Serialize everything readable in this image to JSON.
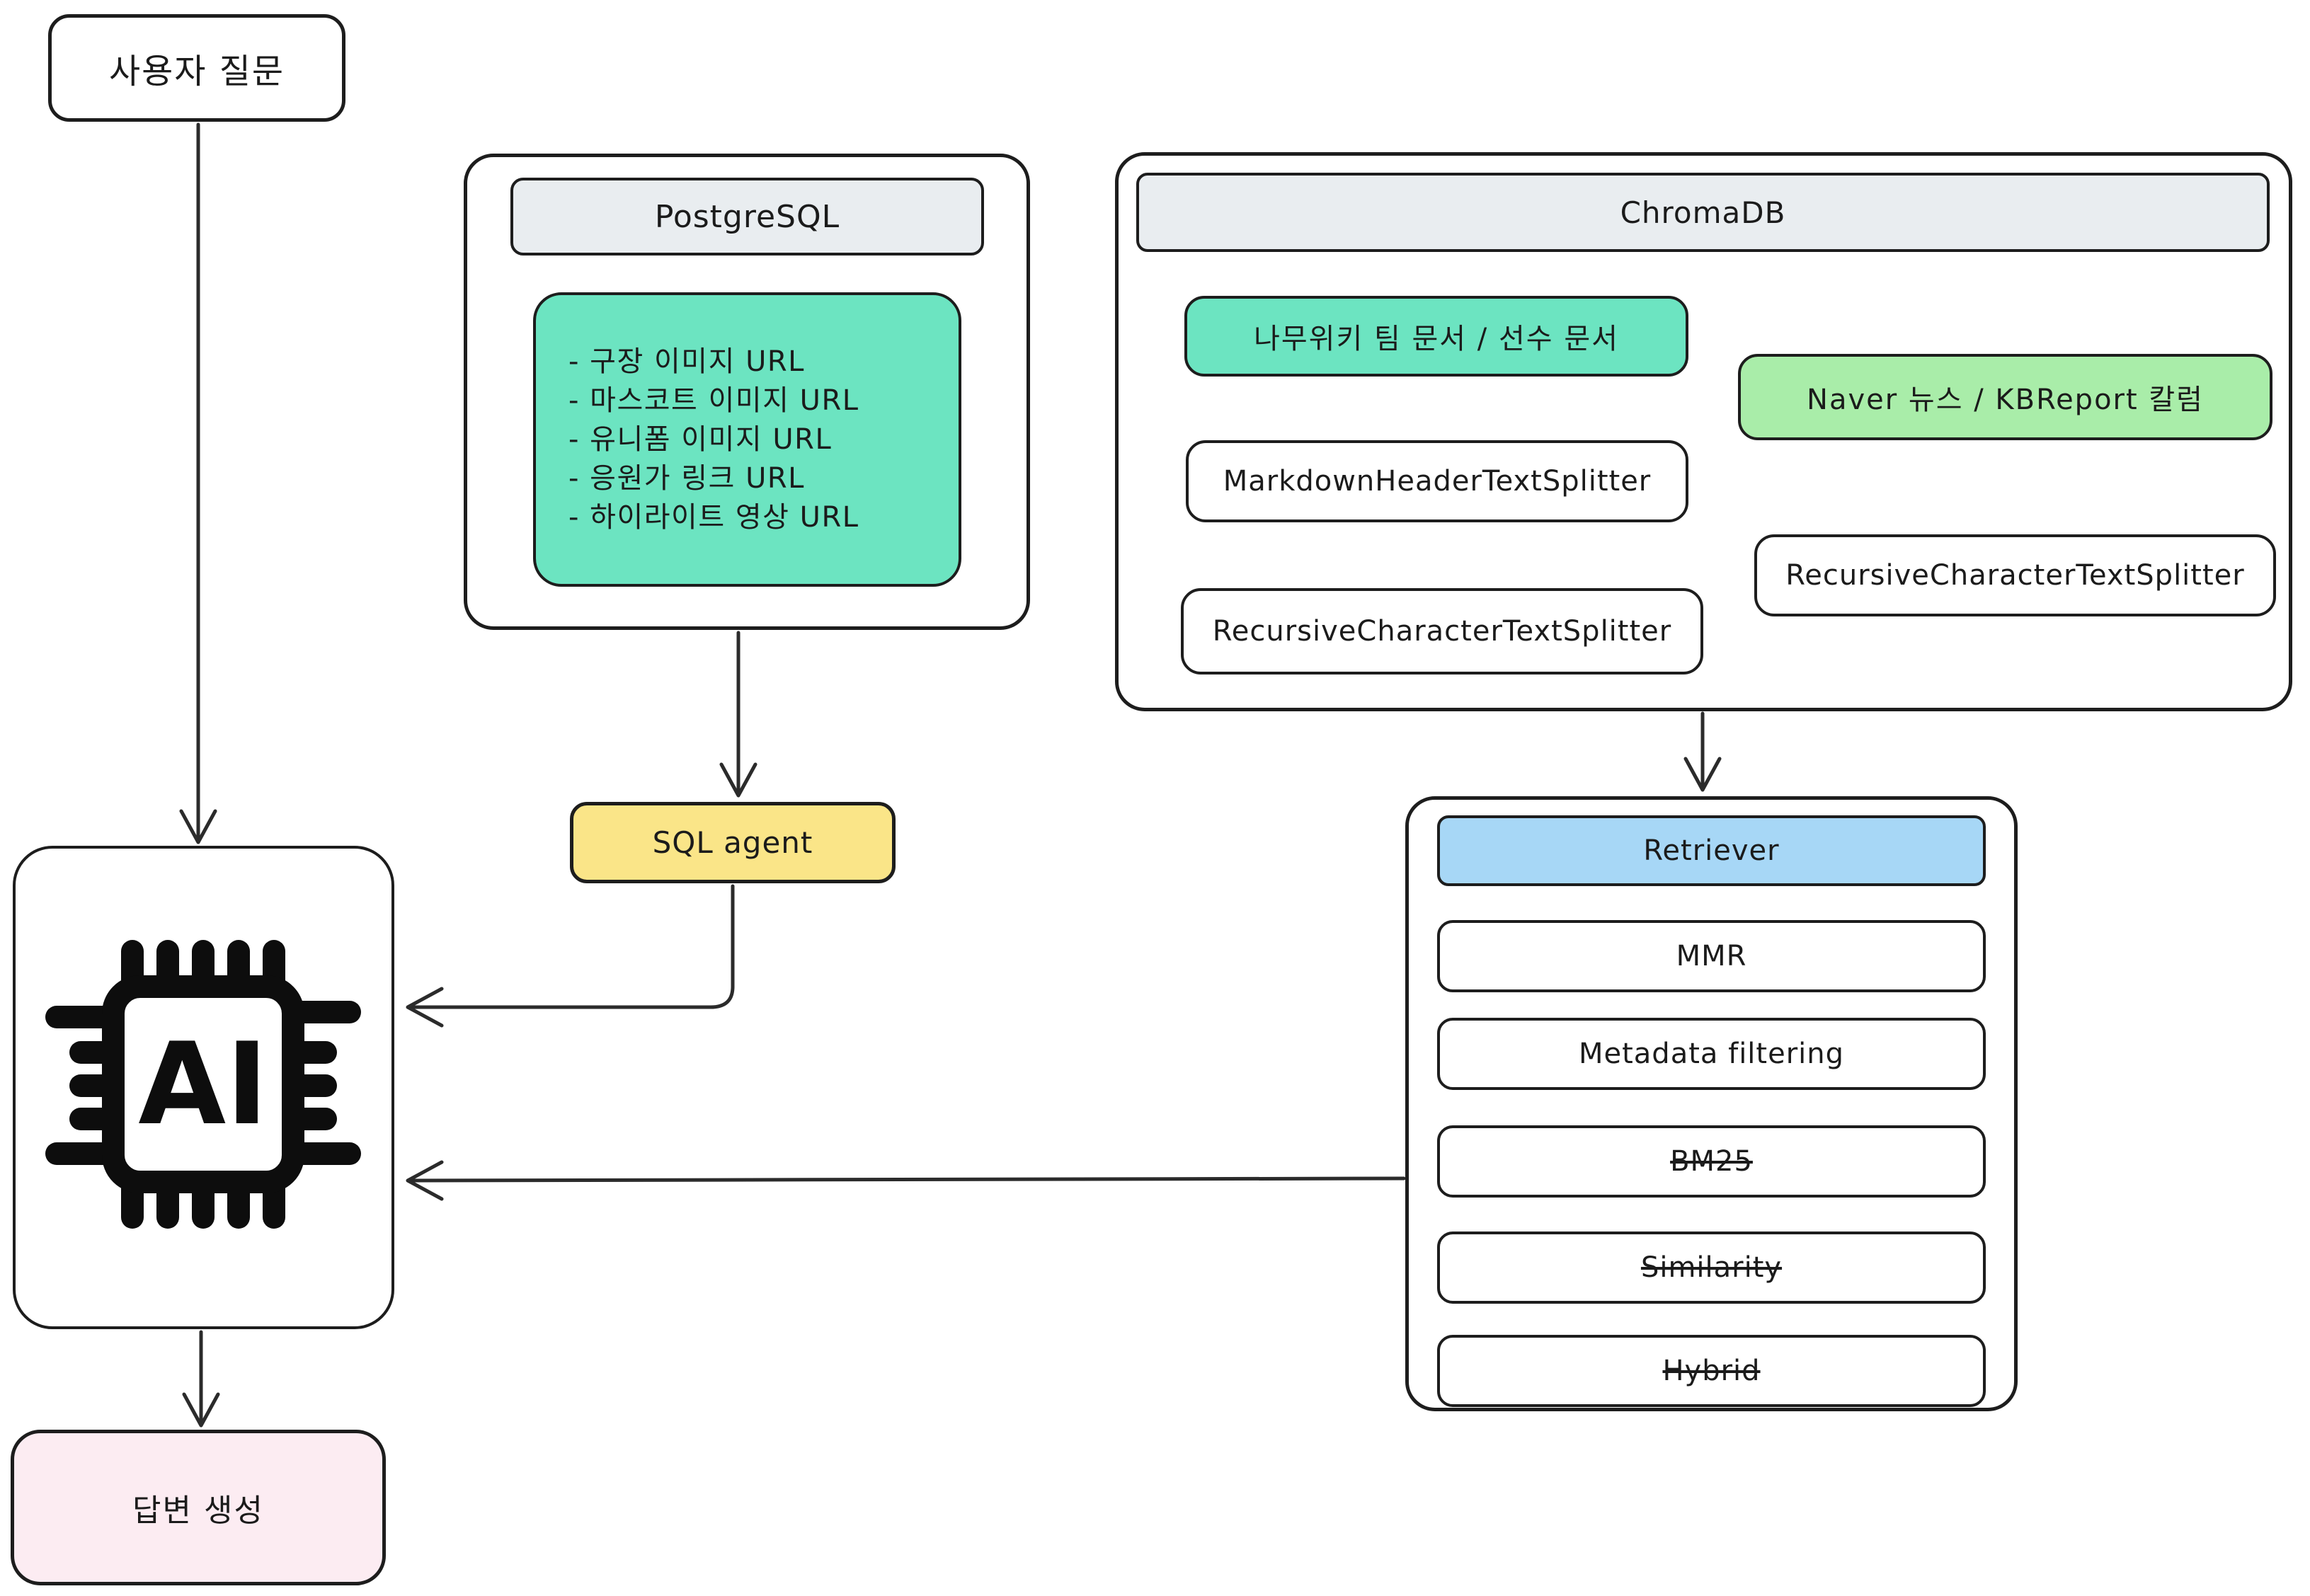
{
  "user_question": {
    "label": "사용자 질문"
  },
  "postgresql": {
    "title": "PostgreSQL",
    "items": [
      "- 구장 이미지 URL",
      "- 마스코트 이미지 URL",
      "- 유니폼 이미지 URL",
      "- 응원가 링크 URL",
      "- 하이라이트 영상 URL"
    ]
  },
  "chromadb": {
    "title": "ChromaDB",
    "namuwiki_docs": "나무위키 팀 문서 / 선수 문서",
    "naver_news": "Naver 뉴스 / KBReport 칼럼",
    "markdown_splitter": "MarkdownHeaderTextSplitter",
    "recursive_splitter_left": "RecursiveCharacterTextSplitter",
    "recursive_splitter_right": "RecursiveCharacterTextSplitter"
  },
  "sql_agent": {
    "label": "SQL agent"
  },
  "ai": {
    "label": "AI"
  },
  "retriever": {
    "title": "Retriever",
    "items": [
      {
        "label": "MMR",
        "struck": false
      },
      {
        "label": "Metadata filtering",
        "struck": false
      },
      {
        "label": "BM25",
        "struck": true
      },
      {
        "label": "Similarity",
        "struck": true
      },
      {
        "label": "Hybrid",
        "struck": true
      }
    ]
  },
  "answer": {
    "label": "답변 생성"
  },
  "colors": {
    "border": "#1d1d1d",
    "header_gray": "#e9edf0",
    "teal": "#6ce4c1",
    "light_green": "#a9eda9",
    "yellow": "#fae588",
    "blue": "#a7d7f6",
    "pink": "#fcecf2",
    "arrow": "#2b2b2b"
  }
}
